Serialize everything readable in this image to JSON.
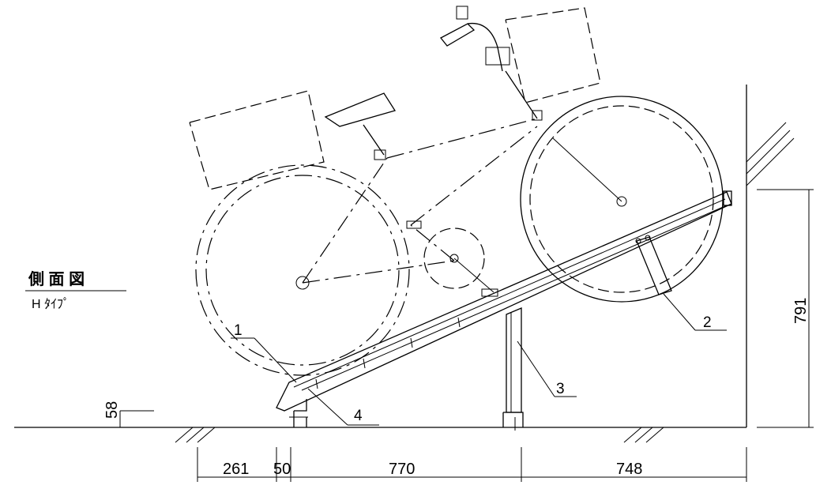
{
  "title": {
    "main": "側 面 図",
    "sub": "H  ﾀｲﾌﾟ"
  },
  "part_labels": [
    "1",
    "2",
    "3",
    "4"
  ],
  "dimensions": {
    "horizontal": [
      "261",
      "50",
      "770",
      "748"
    ],
    "vertical_small": "58",
    "vertical_large": "791"
  },
  "colors": {
    "line": "#000000",
    "background": "#ffffff"
  }
}
